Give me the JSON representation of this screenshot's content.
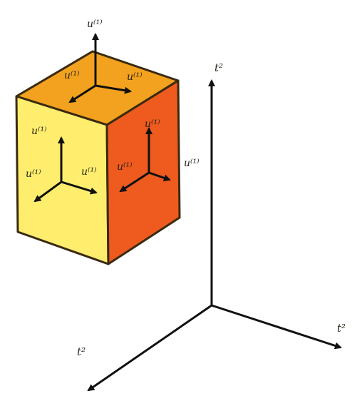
{
  "colors": {
    "top_face": "#f2a21e",
    "front_face": "#ffee6e",
    "side_face": "#ef5a1e",
    "edge": "#3a2a10",
    "arrow": "#111111",
    "axis": "#111111"
  },
  "labels": {
    "top_vertical": "u⁽¹⁾",
    "top_left": "u⁽¹⁾",
    "top_right": "u⁽¹⁾",
    "front_up": "u⁽¹⁾",
    "front_left": "u⁽¹⁾",
    "front_right": "u⁽¹⁾",
    "side_up": "u⁽¹⁾",
    "side_left": "u⁽¹⁾",
    "side_right": "u⁽¹⁾",
    "axis_up": "t²",
    "axis_right": "t²",
    "axis_left": "t²"
  }
}
